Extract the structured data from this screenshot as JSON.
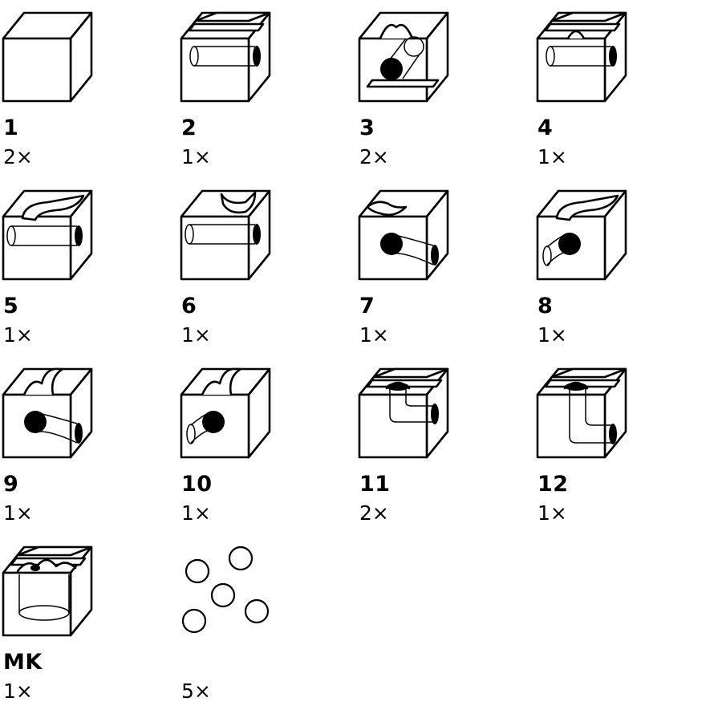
{
  "parts": [
    {
      "id": "1",
      "qty": "2×",
      "icon": "plain-cube-icon"
    },
    {
      "id": "2",
      "qty": "1×",
      "icon": "straight-tube-groove-cube-icon"
    },
    {
      "id": "3",
      "qty": "2×",
      "icon": "diagonal-tube-cube-icon"
    },
    {
      "id": "4",
      "qty": "1×",
      "icon": "cross-groove-tube-cube-icon"
    },
    {
      "id": "5",
      "qty": "1×",
      "icon": "curved-groove-tube-cube-icon"
    },
    {
      "id": "6",
      "qty": "1×",
      "icon": "corner-groove-tube-cube-icon"
    },
    {
      "id": "7",
      "qty": "1×",
      "icon": "bent-tube-left-cube-icon"
    },
    {
      "id": "8",
      "qty": "1×",
      "icon": "bent-tube-right-cube-icon"
    },
    {
      "id": "9",
      "qty": "1×",
      "icon": "groove-bent-tube-left-cube-icon"
    },
    {
      "id": "10",
      "qty": "1×",
      "icon": "groove-bent-tube-right-cube-icon"
    },
    {
      "id": "11",
      "qty": "2×",
      "icon": "drop-tube-cube-icon"
    },
    {
      "id": "12",
      "qty": "1×",
      "icon": "long-drop-tube-cube-icon"
    },
    {
      "id": "MK",
      "qty": "1×",
      "icon": "funnel-cube-icon"
    },
    {
      "id": "",
      "qty": "5×",
      "icon": "marbles-icon"
    }
  ]
}
